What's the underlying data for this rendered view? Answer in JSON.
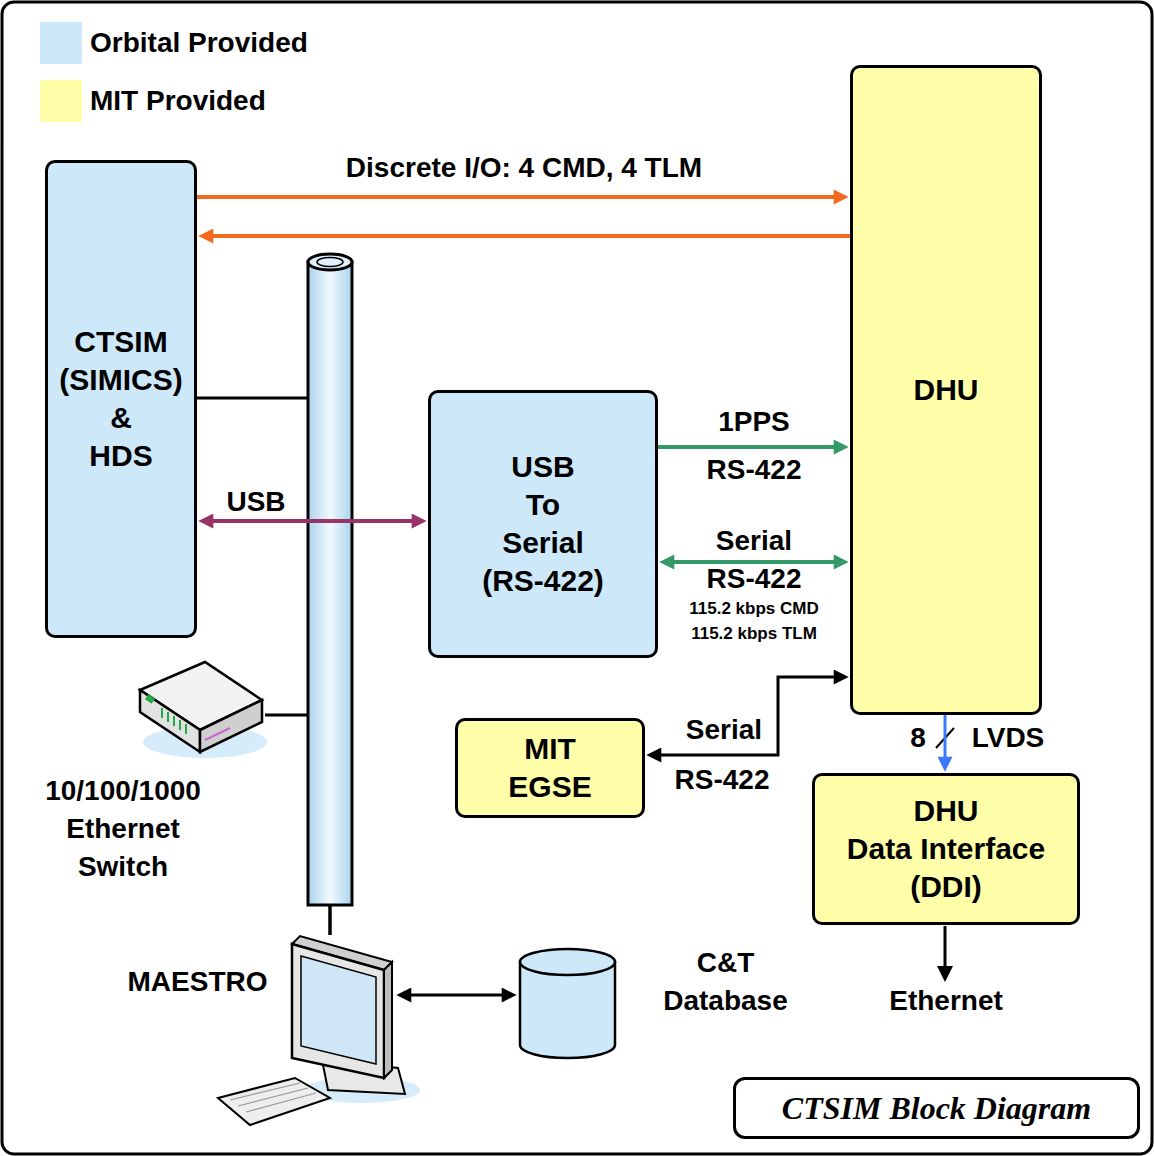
{
  "diagram": {
    "caption": "CTSIM Block Diagram",
    "nodes": [
      {
        "text": [
          "CTSIM (SIMICS) & HDS"
        ]
      },
      {
        "text": [
          "DHU"
        ]
      },
      {
        "text": [
          "USB To Serial (RS-422)"
        ]
      },
      {
        "text": [
          "MIT EGSE"
        ]
      },
      {
        "text": [
          "DHU Data Interface (DDI)"
        ]
      },
      {
        "text": [
          "10/100/1000 Ethernet Switch"
        ]
      },
      {
        "text": [
          "MAESTRO"
        ]
      },
      {
        "text": [
          "C&T Database"
        ]
      }
    ],
    "edges": [
      {
        "from": 0,
        "to": 1,
        "arrow": "to",
        "label": "Discrete I/O: 4 CMD, 4 TLM"
      },
      {
        "from": 1,
        "to": 0,
        "arrow": "to"
      },
      {
        "from": 0,
        "to": 2,
        "arrow": "both",
        "label": "USB"
      },
      {
        "from": 2,
        "to": 1,
        "arrow": "to",
        "label": "1PPS"
      },
      {
        "from": 2,
        "to": 1,
        "arrow": "both",
        "label": "Serial"
      },
      {
        "from": 1,
        "to": 3,
        "arrow": "both",
        "label": "Serial"
      },
      {
        "from": 1,
        "to": 4,
        "arrow": "to"
      },
      {
        "from": 0,
        "to": 6,
        "arrow": "none"
      },
      {
        "from": 5,
        "to": 6,
        "arrow": "none"
      },
      {
        "from": 6,
        "to": 7,
        "arrow": "both"
      }
    ],
    "labels": [
      "RS-422",
      "RS-422",
      "115.2 kbps CMD",
      "115.2 kbps TLM",
      "RS-422",
      "8",
      "LVDS",
      "Ethernet"
    ],
    "legend": [
      {
        "text": "Orbital Provided",
        "color": "#cde8f8"
      },
      {
        "text": "MIT Provided",
        "color": "#ffffaa"
      }
    ]
  }
}
